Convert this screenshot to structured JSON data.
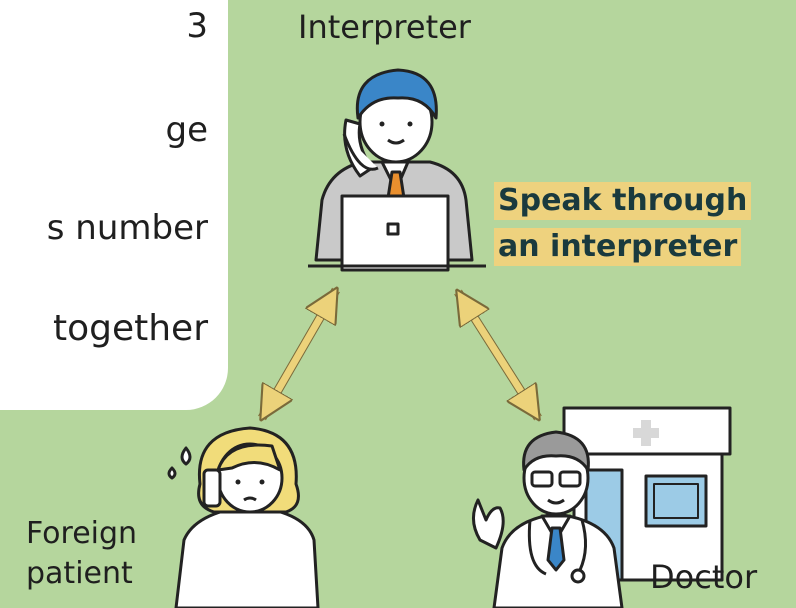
{
  "card": {
    "lines": [
      "3",
      "ge",
      "s number",
      "together"
    ]
  },
  "labels": {
    "interpreter": "Interpreter",
    "patient_line1": "Foreign",
    "patient_line2": "patient",
    "doctor": "Doctor"
  },
  "callout": {
    "line1": "Speak through",
    "line2": "an interpreter"
  },
  "colors": {
    "background": "#b5d69d",
    "arrow": "#ecd27a",
    "callout_bg": "#eed27e",
    "callout_text": "#1a3a3e",
    "hair_blue": "#3a86c8",
    "hair_yellow": "#f1dc7a",
    "building_blue": "#9ccbe6"
  },
  "icons": [
    "phone-icon",
    "laptop-icon",
    "clinic-building-icon",
    "stethoscope-icon",
    "medical-cross-icon",
    "sweat-drop-icon"
  ]
}
